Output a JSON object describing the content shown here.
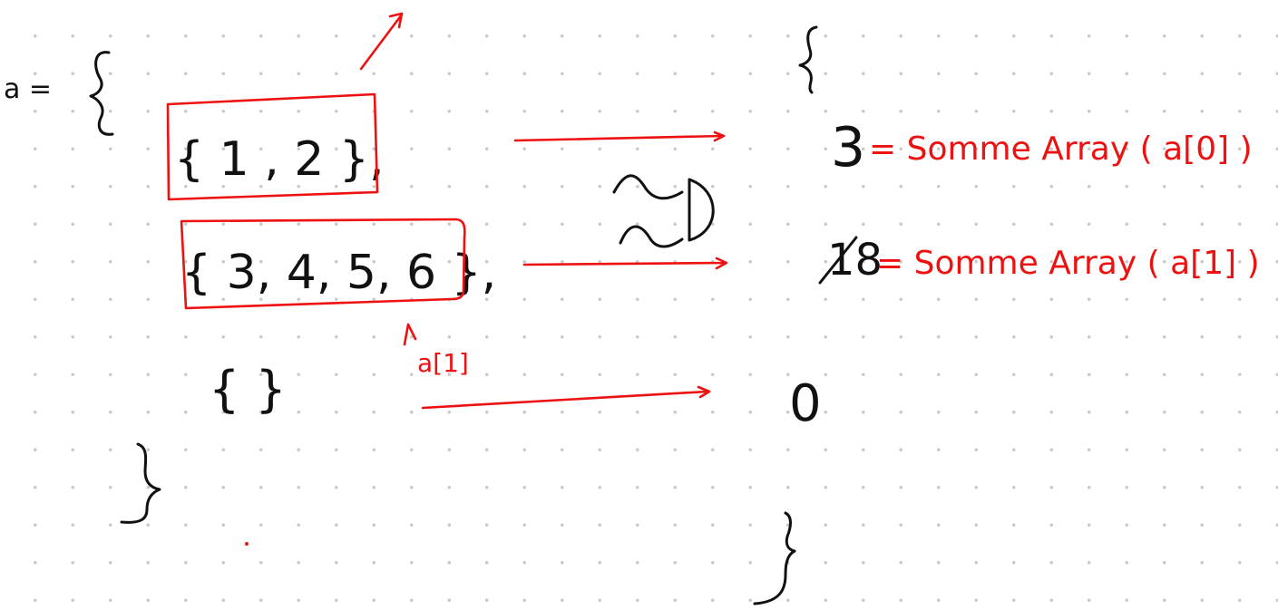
{
  "left": {
    "var_name": "a =",
    "row1": "{ 1 , 2 },",
    "row2": "{ 3, 4, 5, 6 },",
    "row3": "{ }",
    "pointer_label": "a[1]"
  },
  "right": {
    "result1": "3",
    "expr1": "= Somme Array ( a[0] )",
    "result2_struck": "18",
    "expr2": "= Somme Array ( a[1] )",
    "result3": "0"
  },
  "colors": {
    "black_ink": "#111111",
    "red_ink": "#ee1111",
    "dot_grid": "#c9c9c9"
  }
}
